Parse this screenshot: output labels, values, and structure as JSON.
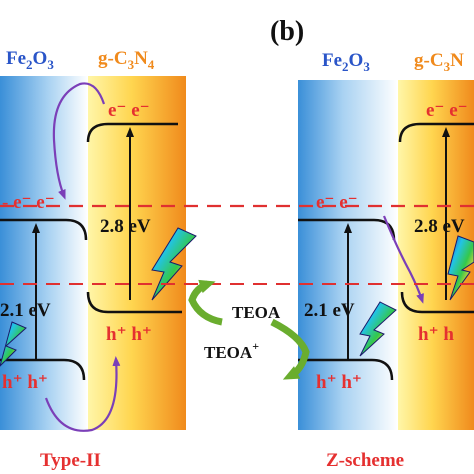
{
  "panel_label": "(b)",
  "left": {
    "fe2o3_label": {
      "base": "Fe",
      "sub1": "2",
      "mid": "O",
      "sub2": "3"
    },
    "gc3n4_label": {
      "base": "g-C",
      "sub1": "3",
      "mid": "N",
      "sub2": "4"
    },
    "gc3n4_cb_electrons": "e⁻ e⁻",
    "fe2o3_cb_electrons": "- e⁻ e⁻",
    "gap_gc3n4": "2.8 eV",
    "gap_fe2o3": "2.1 eV",
    "gc3n4_holes": "h⁺ h⁺",
    "fe2o3_holes": "h⁺ h⁺",
    "scheme_name": "Type-II"
  },
  "right": {
    "fe2o3_label": {
      "base": "Fe",
      "sub1": "2",
      "mid": "O",
      "sub2": "3"
    },
    "gc3n4_label": {
      "base": "g-C",
      "sub1": "3",
      "mid": "N"
    },
    "gc3n4_cb_electrons": "e⁻ e⁻",
    "fe2o3_cb_electrons": "e⁻ e⁻",
    "gap_gc3n4": "2.8 eV",
    "gap_fe2o3": "2.1 eV",
    "gc3n4_holes": "h⁺ h",
    "fe2o3_holes": "h⁺ h⁺",
    "scheme_name": "Z-scheme"
  },
  "teoa": {
    "reactant": "TEOA",
    "product_base": "TEOA",
    "product_sup": "+"
  },
  "colors": {
    "blue": "#3a8fd8",
    "orange": "#f5a623",
    "red": "#e53030",
    "purple": "#7b3fb8",
    "green": "#6aad2e",
    "dashed_red": "#e03030",
    "dashed_orange": "#f0a030"
  }
}
